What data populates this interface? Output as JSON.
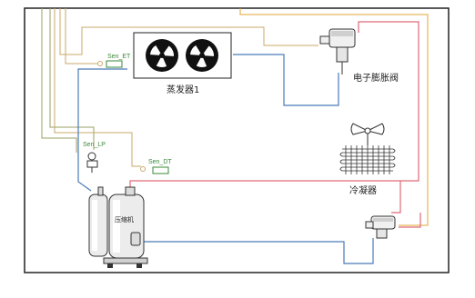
{
  "labels": {
    "evaporator": "蒸发器1",
    "expansion_valve": "电子膨胀阀",
    "condenser": "冷凝器",
    "compressor": "压缩机",
    "sen_et": "Sen_ET",
    "sen_lp": "Sen_LP",
    "sen_dt": "Sen_DT"
  },
  "icons": [
    "fan-icon",
    "fan-icon",
    "condenser-fan-icon",
    "valve-icon",
    "pressure-sensor-icon",
    "temperature-sensor-icon"
  ],
  "colors": {
    "suction_line": "#4a7ab8",
    "discharge_line": "#e06a78",
    "signal_line_orange": "#e0a437",
    "signal_line_tan": "#c8a96a",
    "signal_line_olive": "#9aa060",
    "frame": "#222222",
    "sensor_green": "#3a8a3a"
  }
}
